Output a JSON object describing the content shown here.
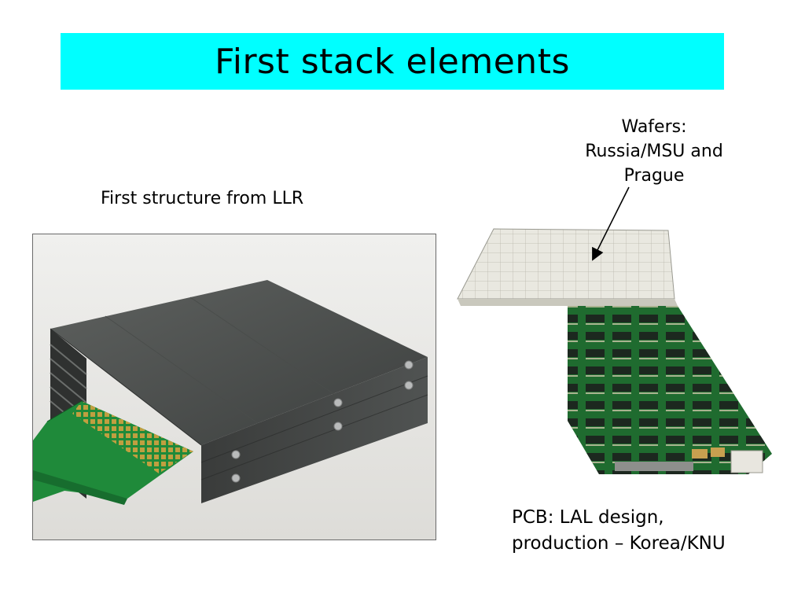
{
  "slide": {
    "title": "First stack elements",
    "title_bg": "#00ffff"
  },
  "captions": {
    "llr": "First structure from LLR",
    "wafers": [
      "Wafers:",
      "Russia/MSU and",
      "Prague"
    ],
    "pcb": [
      "PCB: LAL design,",
      "production – Korea/KNU"
    ]
  },
  "photos": {
    "stack": "carbon-stack-photo",
    "pcb": "pcb-wafer-photo"
  }
}
